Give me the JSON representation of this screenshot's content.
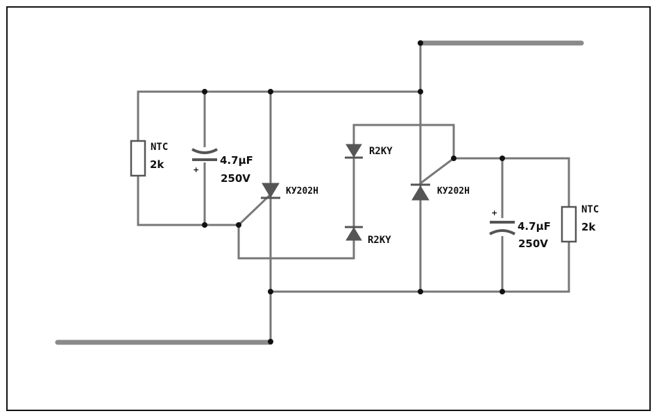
{
  "left_stage": {
    "ntc_label": "NTC",
    "ntc_value": "2k",
    "cap_value": "4.7µF",
    "cap_voltage": "250V",
    "cap_polarity": "+",
    "thyristor_label": "КУ202Н"
  },
  "diodes": {
    "upper_label": "R2KY",
    "lower_label": "R2KY"
  },
  "right_stage": {
    "thyristor_label": "КУ202Н",
    "cap_polarity": "+",
    "cap_value": "4.7µF",
    "cap_voltage": "250V",
    "ntc_label": "NTC",
    "ntc_value": "2k"
  },
  "colors": {
    "wire": "#777777",
    "component": "#555555",
    "node": "#111111",
    "lead": "#8a8a8a"
  }
}
